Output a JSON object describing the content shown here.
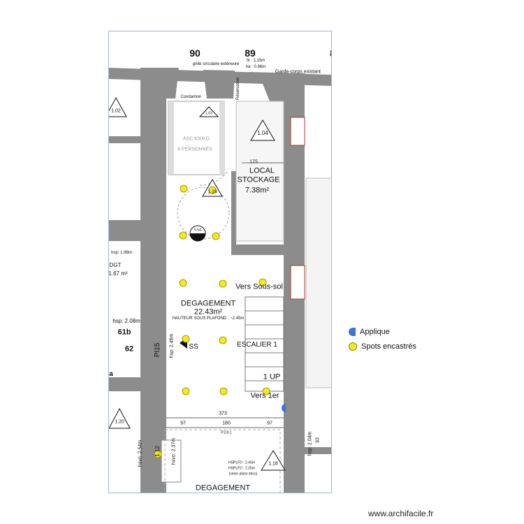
{
  "plan": {
    "room_numbers": [
      "90",
      "89",
      "8"
    ],
    "window_89": {
      "hl": "hl : 1.15m",
      "ha": "ha : 0.96m"
    },
    "grille": "grille circulaire extérieure",
    "garde_corps": "Garde-corps existant",
    "condamne": "Condamné",
    "reservation": "Réservation",
    "elevator": {
      "capacity": "ASC 630KG",
      "persons": "8 PERSONNES"
    },
    "local_stockage": {
      "name1": "LOCAL",
      "name2": "STOCKAGE",
      "area": "7.38m²",
      "dim": "175"
    },
    "degagement": {
      "name": "DEGAGEMENT",
      "area": "22.43m²",
      "height": "HAUTEUR SOUS PLAFOND : ~2.45m"
    },
    "vers_sous_sol": "Vers Sous-sol",
    "escalier": "ESCALIER 1",
    "up": "1 UP",
    "vers_1er": "Vers 1er",
    "ss": "SS",
    "hsp_246": "hsp: 2.46m",
    "pi15": "PI15",
    "hsp_208": "hsp: 2.08m",
    "room_61b": "61b",
    "room_62": "62",
    "room_a": "a",
    "dgt": {
      "name": "DGT",
      "area": "1.67 m²",
      "hsp": "hsp: 1.98m"
    },
    "dims": {
      "total": "373",
      "left": "97",
      "mid": "180",
      "right": "97",
      "side": "93"
    },
    "door": "P119.1",
    "tag_554": "5.54",
    "triangles": [
      "1.02",
      "1.03",
      "1.04",
      "1.19",
      "1.20",
      "1.18"
    ],
    "tag_112": "1.12",
    "hsvo_254": "hsvo: 2.54m",
    "hsvo_237": "hsvo: 2.37m",
    "hsp_204": "hsp: 2.04m",
    "hsplfd1": "HSPLFD : 2.45m",
    "hsplfd2": "HSPLFD : 2.35m",
    "selon": "(selon plans déco)",
    "degagement_bottom": "DEGAGEMENT"
  },
  "legend": {
    "applique": {
      "label": "Applique",
      "color": "#3c77d6"
    },
    "spots": {
      "label": "Spots encastrés",
      "color": "#f3ec17"
    }
  },
  "watermark": "www.archifacile.fr"
}
